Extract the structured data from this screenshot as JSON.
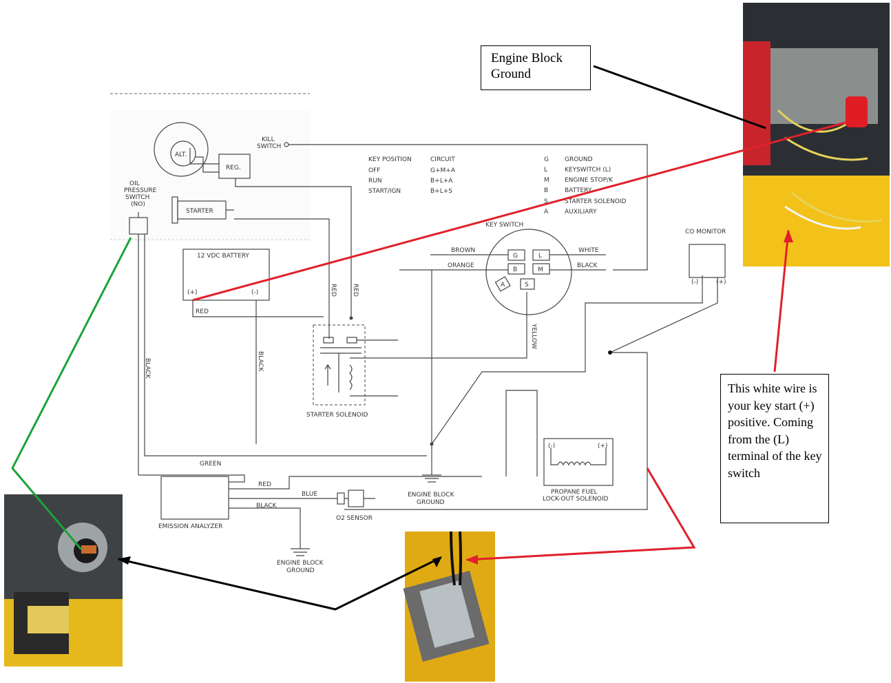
{
  "callouts": {
    "engine_block_ground": "Engine Block\nGround",
    "white_wire": "This white wire is your key start (+) positive. Coming from the (L) terminal of the key switch"
  },
  "schematic": {
    "kill_switch": "KILL SWITCH",
    "alt": "ALT.",
    "reg": "REG.",
    "oil_pressure_switch": "OIL PRESSURE SWITCH (NO)",
    "starter": "STARTER",
    "battery": "12 VDC BATTERY",
    "battery_pos": "(+)",
    "battery_neg": "(-)",
    "red": "RED",
    "black": "BLACK",
    "green": "GREEN",
    "blue": "BLUE",
    "brown": "BROWN",
    "orange": "ORANGE",
    "white": "WHITE",
    "yellow": "YELLOW",
    "key_switch": "KEY SWITCH",
    "starter_solenoid": "STARTER SOLENOID",
    "engine_block_ground": "ENGINE BLOCK GROUND",
    "emission_analyzer": "EMISSION ANALYZER",
    "o2_sensor": "O2 SENSOR",
    "propane_solenoid": "PROPANE FUEL LOCK-OUT SOLENOID",
    "co_monitor": "CO MONITOR",
    "key_table": {
      "headers": [
        "KEY POSITION",
        "CIRCUIT"
      ],
      "rows": [
        [
          "OFF",
          "G+M+A"
        ],
        [
          "RUN",
          "B+L+A"
        ],
        [
          "START/IGN",
          "B+L+S"
        ]
      ]
    },
    "legend": [
      [
        "G",
        "GROUND"
      ],
      [
        "L",
        "KEYSWITCH (L)"
      ],
      [
        "M",
        "ENGINE STOP/K"
      ],
      [
        "B",
        "BATTERY"
      ],
      [
        "S",
        "STARTER SOLENOID"
      ],
      [
        "A",
        "AUXILIARY"
      ]
    ],
    "terminals": [
      "G",
      "L",
      "B",
      "M",
      "S",
      "A"
    ]
  },
  "colors": {
    "green_line": "#1aa33a",
    "red_line": "#e0202a",
    "black_line": "#000000",
    "yellow": "#f3c31a"
  }
}
